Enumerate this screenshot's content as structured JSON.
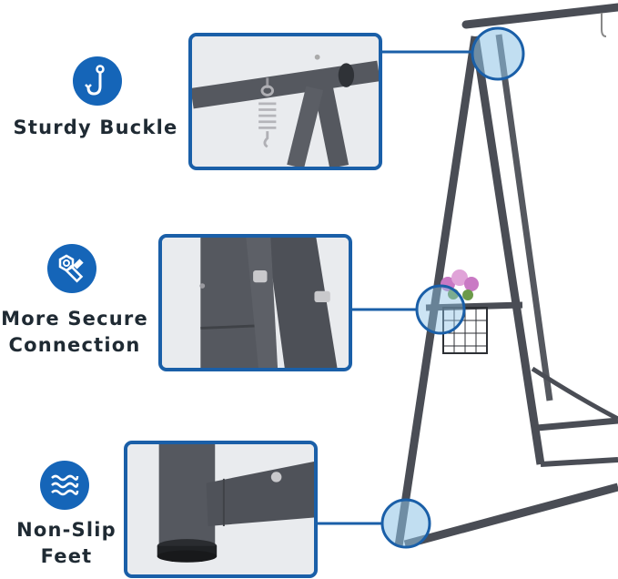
{
  "features": [
    {
      "label": "Sturdy Buckle",
      "icon": "hook-icon"
    },
    {
      "label_line1": "More Secure",
      "label_line2": "Connection",
      "icon": "bolt-nut-icon"
    },
    {
      "label_line1": "Non-Slip",
      "label_line2": "Feet",
      "icon": "waves-icon"
    }
  ],
  "colors": {
    "accent": "#1565b8",
    "panel_border": "#1a5fa8",
    "frame": "#4a4d55",
    "label_text": "#1f2a33",
    "highlight": "#8ec3e6"
  }
}
